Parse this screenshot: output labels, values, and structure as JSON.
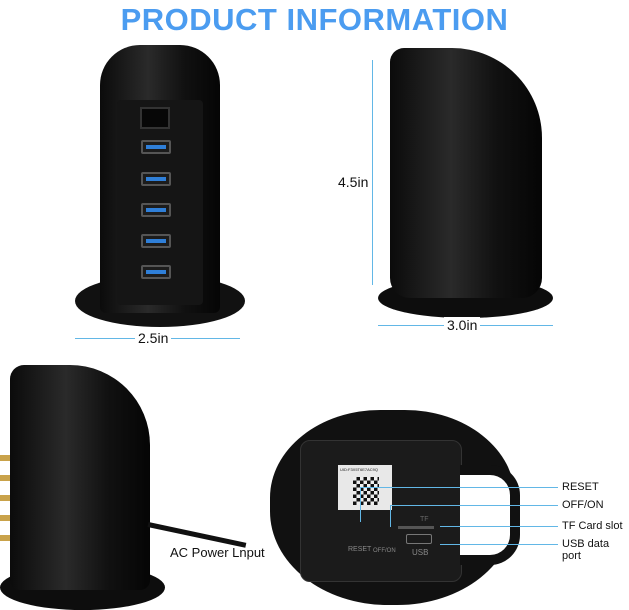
{
  "title": "PRODUCT INFORMATION",
  "dimensions": {
    "width": "2.5in",
    "height": "4.5in",
    "depth": "3.0in"
  },
  "ac_label": "AC Power Lnput",
  "callouts": [
    "RESET",
    "OFF/ON",
    "TF Card slot",
    "USB data port"
  ],
  "device_labels": {
    "reset": "RESET",
    "switch": "OFF/ON",
    "usb": "USB",
    "tf": "TF",
    "serial": "UID:F3X5T6E7AC9Q"
  },
  "colors": {
    "title": "#4b9cf0",
    "dimension_lines": "#62b7e6",
    "usb_port": "#2f7fd8"
  }
}
